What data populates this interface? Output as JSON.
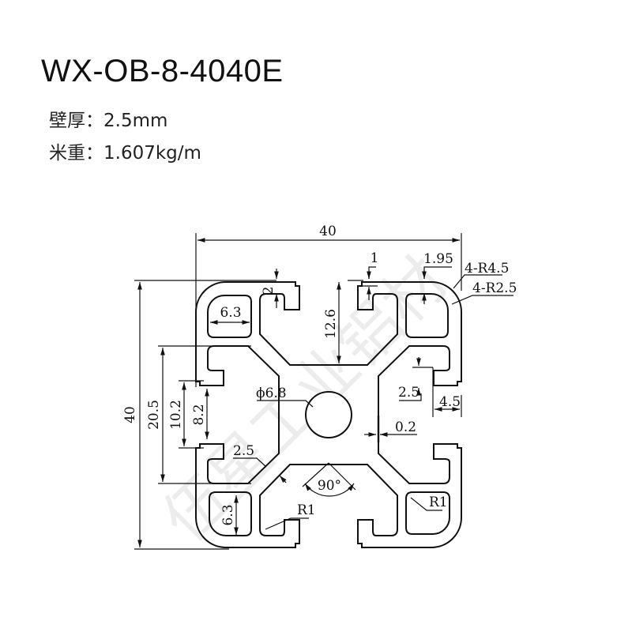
{
  "header": {
    "model": "WX-OB-8-4040E",
    "wall_label": "壁厚：",
    "wall_value": "2.5mm",
    "weight_label": "米重：",
    "weight_value": "1.607kg/m"
  },
  "drawing": {
    "watermark": "伍星工业铝材",
    "dims": {
      "width": "40",
      "height": "40",
      "d20_5": "20.5",
      "d10_2": "10.2",
      "d8_2": "8.2",
      "d12_6": "12.6",
      "d2": "2",
      "d6_3_top": "6.3",
      "d6_3_bottom": "6.3",
      "d1": "1",
      "d1_95": "1.95",
      "r4_5": "4-R4.5",
      "r2_5": "4-R2.5",
      "hole": "ϕ6.8",
      "d2_5_right": "2.5",
      "d4_5": "4.5",
      "d0_2": "0.2",
      "d2_5_left": "2.5",
      "angle": "90°",
      "r1_left": "R1",
      "r1_right": "R1"
    }
  }
}
